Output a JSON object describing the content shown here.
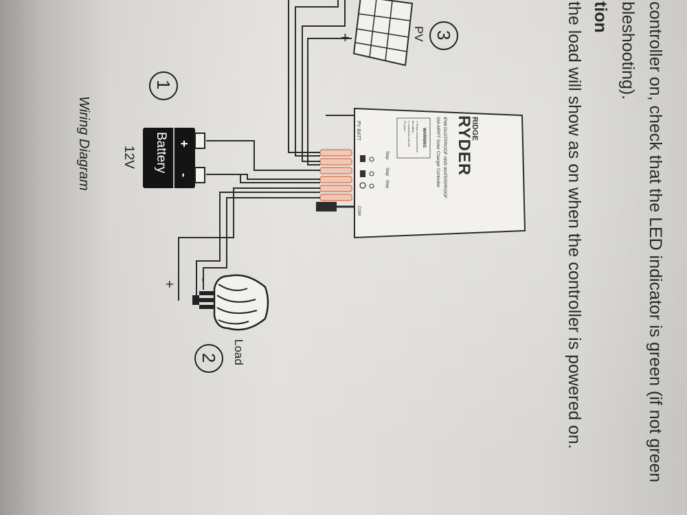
{
  "manual": {
    "line1": "controller on, check that the LED indicator is green (if not green",
    "line2": "bleshooting).",
    "heading": "tion",
    "line3": "the load will show as on when the controller is powered on."
  },
  "diagram": {
    "caption": "Wiring Diagram",
    "battery": {
      "number": "1",
      "label": "Battery",
      "voltage": "12V",
      "plus": "+",
      "minus": "-"
    },
    "load": {
      "number": "2",
      "label": "Load",
      "plus": "+",
      "minus": "-"
    },
    "pv": {
      "number": "3",
      "label": "PV",
      "plus": "+"
    },
    "controller": {
      "brand_top": "RIDGE",
      "brand_bottom": "RYDER",
      "spec1": "IP68 DUSTPROOF AND WATERPROOF",
      "spec2": "10A MPPT Solar Charger Controller",
      "warning_title": "WARNING",
      "warn1": "1. Please connect and check",
      "warn2": "   the battery.",
      "warn3": "2. Connect the load and",
      "warn4": "   PV panel.",
      "step1": "Step",
      "step2": "Step",
      "step3": "Step",
      "port_label": "PV BATT",
      "com_label": "COM"
    }
  }
}
